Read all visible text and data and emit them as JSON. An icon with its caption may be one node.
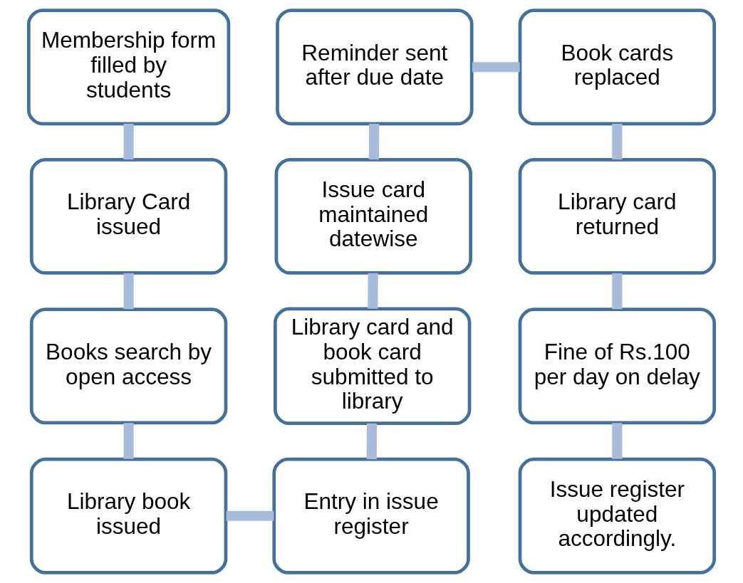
{
  "diagram": {
    "nodes": [
      {
        "text": [
          "Membership form filled by students"
        ]
      },
      {
        "text": [
          "Library Card issued"
        ]
      },
      {
        "text": [
          "Books search by open access"
        ]
      },
      {
        "text": [
          "Library book issued"
        ]
      },
      {
        "text": [
          "Entry in issue register"
        ]
      },
      {
        "text": [
          "Library card and book card submitted to library"
        ]
      },
      {
        "text": [
          "Issue card maintained datewise"
        ]
      },
      {
        "text": [
          "Reminder sent after due date"
        ]
      },
      {
        "text": [
          "Book cards replaced"
        ]
      },
      {
        "text": [
          "Library card returned"
        ]
      },
      {
        "text": [
          "Fine of Rs.100 per day on delay"
        ]
      },
      {
        "text": [
          "Issue register updated accordingly."
        ]
      }
    ],
    "edges": [
      {
        "from": 0,
        "to": 1,
        "arrow": "none"
      },
      {
        "from": 1,
        "to": 2,
        "arrow": "none"
      },
      {
        "from": 2,
        "to": 3,
        "arrow": "none"
      },
      {
        "from": 3,
        "to": 4,
        "arrow": "none"
      },
      {
        "from": 4,
        "to": 5,
        "arrow": "none"
      },
      {
        "from": 5,
        "to": 6,
        "arrow": "none"
      },
      {
        "from": 6,
        "to": 7,
        "arrow": "none"
      },
      {
        "from": 7,
        "to": 8,
        "arrow": "none"
      },
      {
        "from": 8,
        "to": 9,
        "arrow": "none"
      },
      {
        "from": 9,
        "to": 10,
        "arrow": "none"
      },
      {
        "from": 10,
        "to": 11,
        "arrow": "none"
      }
    ]
  }
}
